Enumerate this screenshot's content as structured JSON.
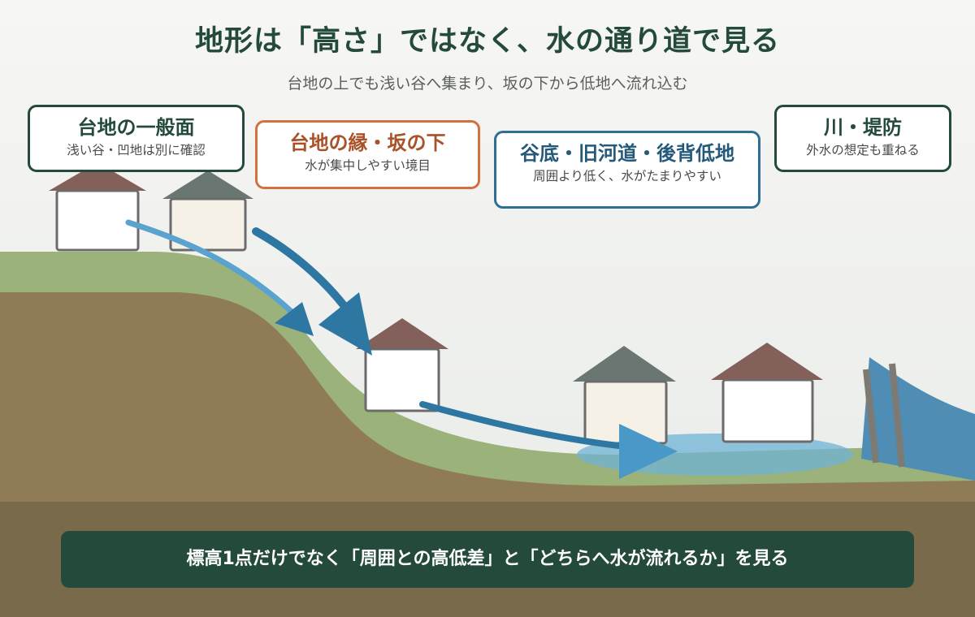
{
  "title": "地形は「高さ」ではなく、水の通り道で見る",
  "subtitle": "台地の上でも浅い谷へ集まり、坂の下から低地へ流れ込む",
  "callouts": [
    {
      "heading": "台地の一般面",
      "sub": "浅い谷・凹地は別に確認",
      "accent": "#234a3a"
    },
    {
      "heading": "台地の縁・坂の下",
      "sub": "水が集中しやすい境目",
      "accent": "#d4703e"
    },
    {
      "heading": "谷底・旧河道・後背低地",
      "sub": "周囲より低く、水がたまりやすい",
      "accent": "#2f6f96"
    },
    {
      "heading": "川・堤防",
      "sub": "外水の想定も重ねる",
      "accent": "#234a3a"
    }
  ],
  "bottom_message": "標高1点だけでなく「周囲との高低差」と「どちらへ水が流れるか」を見る",
  "colors": {
    "background": "#f3f4f1",
    "grass": "#9bb27a",
    "soil": "#8f7b55",
    "bedrock": "#7a6a4c",
    "water_arrow": "#2f77a3",
    "light_arrow": "#5aa3cf",
    "river": "#4f8db5",
    "pond": "#6fb3d6",
    "banner": "#234a3a"
  },
  "icons": [
    "house-icon",
    "flow-arrow-icon",
    "levee-post-icon"
  ]
}
